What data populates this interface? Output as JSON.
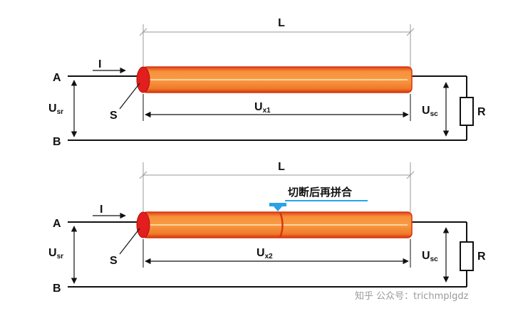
{
  "diagrams": [
    {
      "length_label": "L",
      "terminal_top": "A",
      "terminal_bottom": "B",
      "current_label": "I",
      "input_voltage": {
        "main": "U",
        "sub": "sr"
      },
      "cross_section_label": "S",
      "conductor_voltage": {
        "main": "U",
        "sub": "x1"
      },
      "output_voltage": {
        "main": "U",
        "sub": "sc"
      },
      "resistor_label": "R"
    },
    {
      "length_label": "L",
      "terminal_top": "A",
      "terminal_bottom": "B",
      "current_label": "I",
      "input_voltage": {
        "main": "U",
        "sub": "sr"
      },
      "cross_section_label": "S",
      "conductor_voltage": {
        "main": "U",
        "sub": "x2"
      },
      "output_voltage": {
        "main": "U",
        "sub": "sc"
      },
      "resistor_label": "R",
      "annotation": "切断后再拼合"
    }
  ],
  "watermark": "知乎 公众号：trichmplgdz",
  "colors": {
    "conductor_body": "#f58a2c",
    "conductor_edge": "#d9340f",
    "conductor_highlight": "#ffd39a",
    "end_cap": "#e31e1e",
    "annotation_arrow": "#29a3e6",
    "wire": "#111111"
  }
}
